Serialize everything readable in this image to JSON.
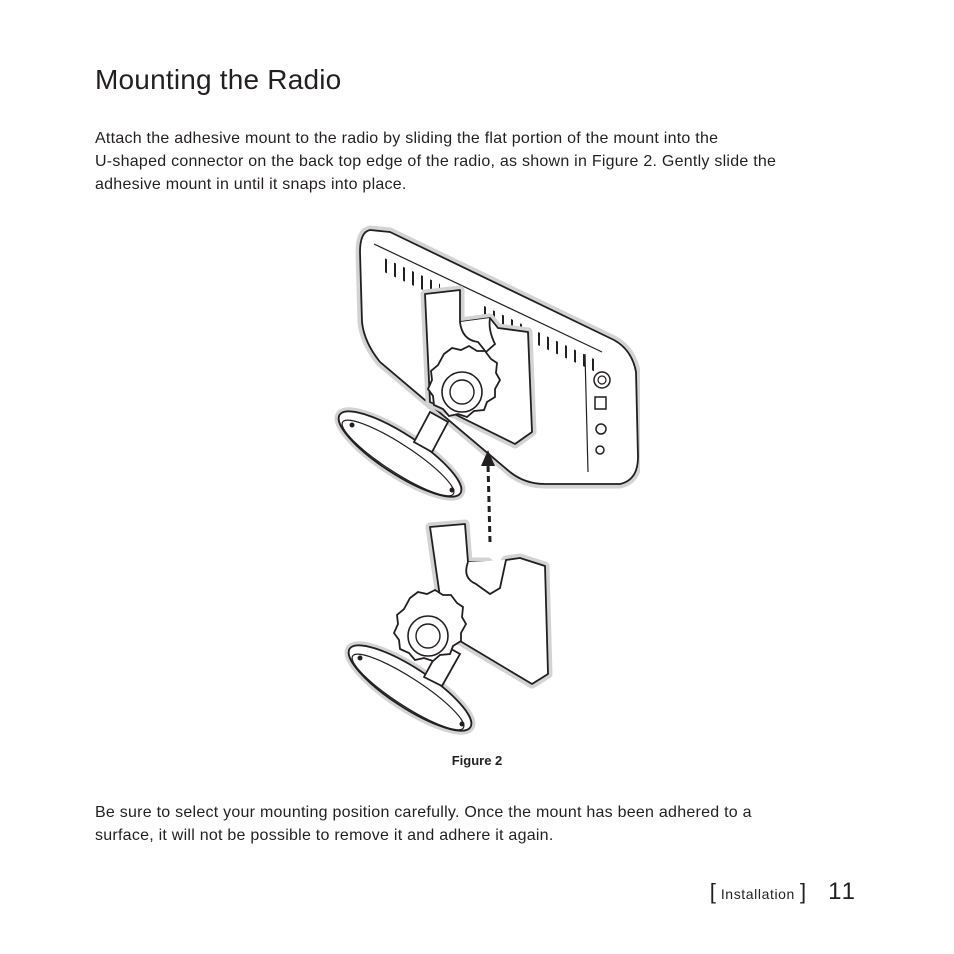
{
  "page": {
    "title": "Mounting the Radio",
    "intro_lines": [
      "Attach the adhesive mount to the radio by sliding the flat portion of the mount into the",
      "U-shaped connector on the back top edge of the radio, as shown in Figure 2. Gently slide the",
      "adhesive mount in until it snaps into place."
    ],
    "figure_caption": "Figure 2",
    "note_lines": [
      "Be sure to select your mounting position carefully. Once the mount has been adhered to a",
      "surface, it will not be possible to remove it and adhere it again."
    ]
  },
  "footer": {
    "bracket_open": "[",
    "section": "Installation",
    "bracket_close": "]",
    "page_number": "11"
  }
}
